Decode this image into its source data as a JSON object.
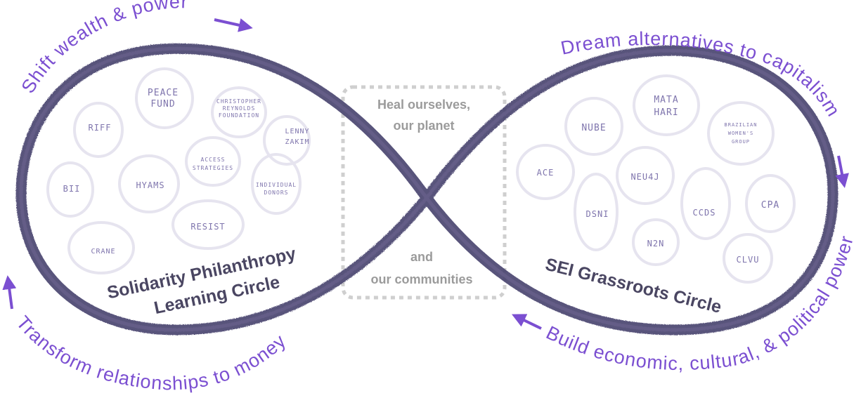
{
  "arc_labels": {
    "top_left": "Shift wealth & power",
    "top_right": "Dream alternatives to capitalism",
    "bottom_left": "Transform relationships to money",
    "bottom_right": "Build economic, cultural, & political power"
  },
  "center": {
    "line1": "Heal ourselves,",
    "line2": "our planet",
    "line3": "and",
    "line4": "our communities"
  },
  "left_circle": {
    "title_line1": "Solidarity Philanthropy",
    "title_line2": "Learning Circle",
    "orgs": {
      "peace_fund_1": "PEACE",
      "peace_fund_2": "FUND",
      "cr_1": "CHRISTOPHER",
      "cr_2": "REYNOLDS",
      "cr_3": "FOUNDATION",
      "riff": "RIFF",
      "lenny_1": "LENNY",
      "lenny_2": "ZAKIM",
      "access_1": "ACCESS",
      "access_2": "STRATEGIES",
      "bii": "BII",
      "hyams": "HYAMS",
      "donors_1": "INDIVIDUAL",
      "donors_2": "DONORS",
      "resist": "RESIST",
      "crane": "CRANE"
    }
  },
  "right_circle": {
    "title": "SEI Grassroots Circle",
    "orgs": {
      "mata_1": "MATA",
      "mata_2": "HARI",
      "nube": "NUBE",
      "bwg_1": "BRAZILIAN",
      "bwg_2": "WOMEN'S",
      "bwg_3": "GROUP",
      "ace": "ACE",
      "neu4j": "NEU4J",
      "dsni": "DSNI",
      "ccds": "CCDS",
      "cpa": "CPA",
      "n2n": "N2N",
      "clvu": "CLVU"
    }
  },
  "colors": {
    "accent": "#7b4fd1",
    "loop": "#4b4470",
    "bubble": "#e6e4ef",
    "org_text": "#7f75ad",
    "title_text": "#4a4662",
    "center_text": "#9b9b9b"
  }
}
